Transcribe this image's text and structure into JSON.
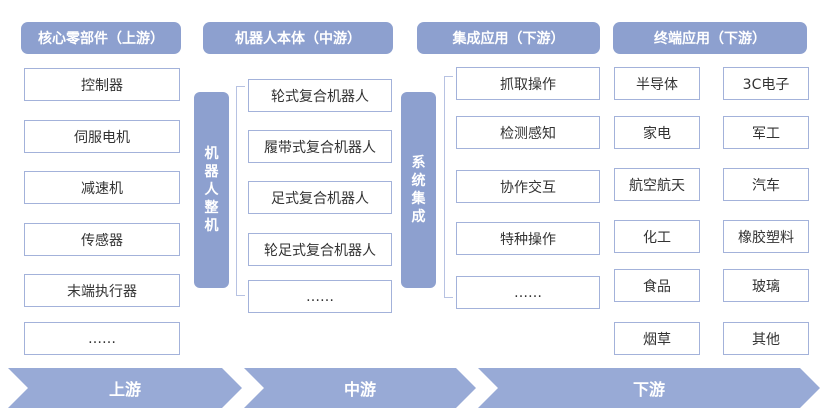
{
  "headers": {
    "upstream": "核心零部件（上游）",
    "midstream": "机器人本体（中游）",
    "integration": "集成应用（下游）",
    "terminal": "终端应用（下游）"
  },
  "upstream_items": [
    "控制器",
    "伺服电机",
    "减速机",
    "传感器",
    "末端执行器",
    "……"
  ],
  "body_label": "机器人整机",
  "body_items": [
    "轮式复合机器人",
    "履带式复合机器人",
    "足式复合机器人",
    "轮足式复合机器人",
    "……"
  ],
  "integration_label": "系统集成",
  "integration_items": [
    "抓取操作",
    "检测感知",
    "协作交互",
    "特种操作",
    "……"
  ],
  "terminal_items": [
    "半导体",
    "3C电子",
    "家电",
    "军工",
    "航空航天",
    "汽车",
    "化工",
    "橡胶塑料",
    "食品",
    "玻璃",
    "烟草",
    "其他"
  ],
  "stages": [
    "上游",
    "中游",
    "下游"
  ],
  "colors": {
    "accent": "#8da0cf",
    "box_border": "#a3b2da",
    "arrow": "#98aad6"
  }
}
